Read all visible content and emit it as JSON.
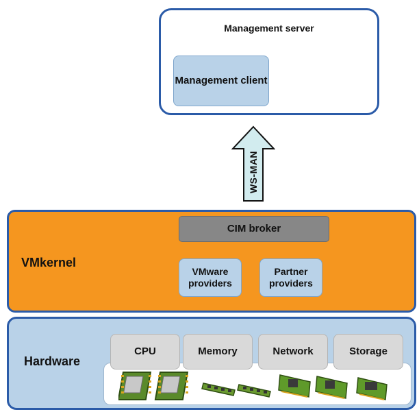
{
  "management_server": {
    "title": "Management server",
    "client_label": "Management client"
  },
  "arrow": {
    "label": "WS-MAN",
    "fill_color": "#d2ecef"
  },
  "vmkernel": {
    "label": "VMkernel",
    "fill_color": "#f5961f",
    "cim_broker": "CIM broker",
    "providers": [
      "VMware providers",
      "Partner providers"
    ]
  },
  "hardware": {
    "label": "Hardware",
    "fill_color": "#b9d2e8",
    "components": [
      "CPU",
      "Memory",
      "Network",
      "Storage"
    ],
    "icons": [
      "cpu-chip-icon",
      "memory-module-icon",
      "network-card-icon",
      "storage-card-icon"
    ]
  },
  "colors": {
    "border": "#2b5ba8",
    "component_box": "#d9d9d9",
    "broker_box": "#878787"
  }
}
